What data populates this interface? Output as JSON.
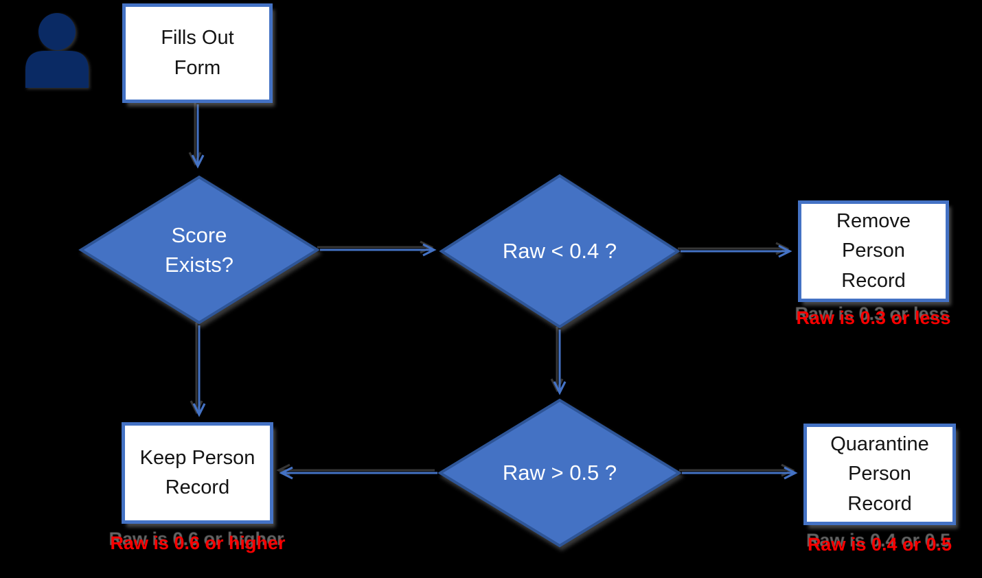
{
  "canvas": {
    "background": "#000000"
  },
  "nodes": {
    "fills_out_form": {
      "type": "process",
      "label": "Fills Out\nForm"
    },
    "score_exists": {
      "type": "decision",
      "label": "Score\nExists?"
    },
    "raw_lt_04": {
      "type": "decision",
      "label": "Raw < 0.4 ?"
    },
    "raw_gt_05": {
      "type": "decision",
      "label": "Raw > 0.5 ?"
    },
    "remove_person_record": {
      "type": "process",
      "label": "Remove\nPerson\nRecord",
      "annotation": "Raw is 0.3 or less"
    },
    "keep_person_record": {
      "type": "process",
      "label": "Keep Person\nRecord",
      "annotation": "Raw is 0.6 or higher"
    },
    "quarantine_person_record": {
      "type": "process",
      "label": "Quarantine\nPerson\nRecord",
      "annotation": "Raw is 0.4 or 0.5"
    }
  },
  "edges": [
    {
      "from": "fills_out_form",
      "to": "score_exists"
    },
    {
      "from": "score_exists",
      "to": "raw_lt_04"
    },
    {
      "from": "score_exists",
      "to": "keep_person_record"
    },
    {
      "from": "raw_lt_04",
      "to": "remove_person_record"
    },
    {
      "from": "raw_lt_04",
      "to": "raw_gt_05"
    },
    {
      "from": "raw_gt_05",
      "to": "keep_person_record"
    },
    {
      "from": "raw_gt_05",
      "to": "quarantine_person_record"
    }
  ],
  "icons": {
    "person": "person-icon"
  },
  "colors": {
    "background": "#000000",
    "decision_fill": "#4472C4",
    "decision_border": "#2E5597",
    "process_fill": "#FFFFFF",
    "process_border": "#4472C4",
    "process_text": "#141414",
    "decision_text": "#FFFFFF",
    "connector": "#4472C4",
    "annotation": "#F80000",
    "person_icon": "#0A2A64"
  }
}
